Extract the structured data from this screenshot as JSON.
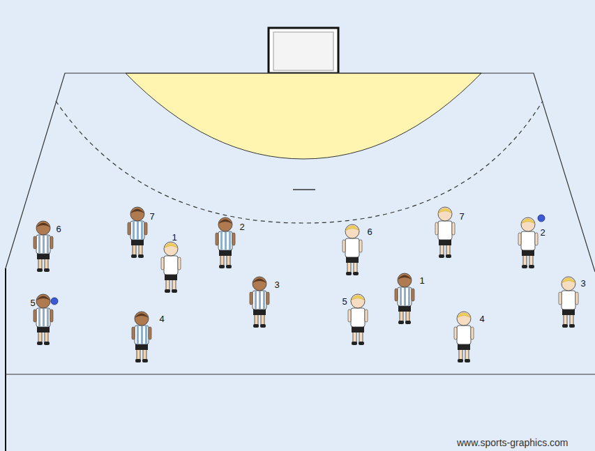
{
  "diagram": {
    "labels": [
      "7",
      "7",
      "2",
      "6",
      "6",
      "2",
      "1",
      "1",
      "3",
      "3",
      "5",
      "5",
      "4",
      "4",
      "www.sports-graphics.com"
    ]
  }
}
